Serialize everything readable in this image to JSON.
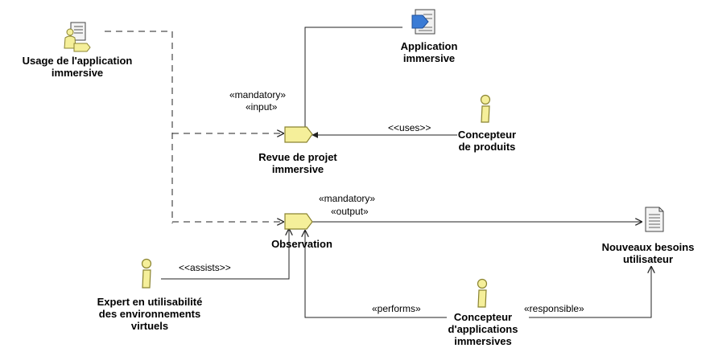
{
  "nodes": {
    "usage": {
      "label_line1": "Usage de l'application",
      "label_line2": "immersive"
    },
    "app": {
      "label_line1": "Application",
      "label_line2": "immersive"
    },
    "revue": {
      "label_line1": "Revue de projet",
      "label_line2": "immersive"
    },
    "concepteur_produits": {
      "label_line1": "Concepteur",
      "label_line2": "de produits"
    },
    "observation": {
      "label": "Observation"
    },
    "besoins": {
      "label_line1": "Nouveaux besoins",
      "label_line2": "utilisateur"
    },
    "expert": {
      "label_line1": "Expert en utilisabilité",
      "label_line2": "des environnements",
      "label_line3": "virtuels"
    },
    "concepteur_apps": {
      "label_line1": "Concepteur",
      "label_line2": "d'applications",
      "label_line3": "immersives"
    }
  },
  "edges": {
    "revue_app_stereo1": "«mandatory»",
    "revue_app_stereo2": "«input»",
    "uses": "<<uses>>",
    "obs_out_stereo1": "«mandatory»",
    "obs_out_stereo2": "«output»",
    "assists": "<<assists>>",
    "performs": "«performs»",
    "responsible": "«responsible»"
  },
  "colors": {
    "icon_fill": "#f5ef9a",
    "icon_stroke": "#8a8330",
    "line": "#222222",
    "app_blue": "#3a7bd5"
  }
}
